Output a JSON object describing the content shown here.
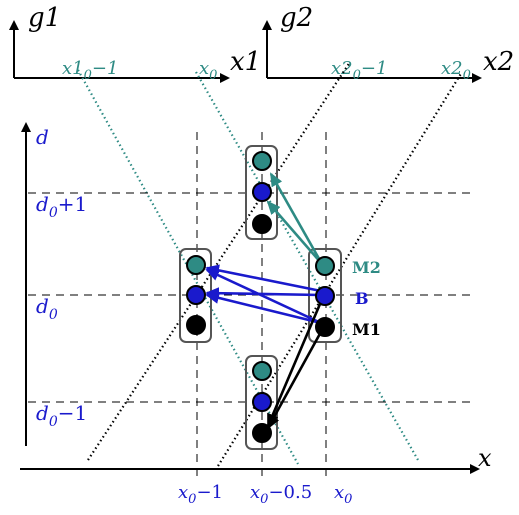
{
  "colors": {
    "black": "#000000",
    "teal": "#2e8b84",
    "blue": "#1a1acc",
    "gray": "#555555"
  },
  "panels": {
    "g1": {
      "ylabel": "g1",
      "xlabel": "x1",
      "tick_a": "x1",
      "tick_a_sub": "0",
      "tick_a_suffix": "−1",
      "tick_b": "x",
      "tick_b_sub": "0"
    },
    "g2": {
      "ylabel": "g2",
      "xlabel": "x2",
      "tick_a": "x2",
      "tick_a_sub": "0",
      "tick_a_suffix": "−1",
      "tick_b": "x2",
      "tick_b_sub": "0"
    }
  },
  "main": {
    "y_axis_label": "d",
    "x_axis_label": "x",
    "y_ticks": [
      {
        "base": "d",
        "sub": "0",
        "suffix": "+1"
      },
      {
        "base": "d",
        "sub": "0",
        "suffix": ""
      },
      {
        "base": "d",
        "sub": "0",
        "suffix": "−1"
      }
    ],
    "x_ticks": [
      {
        "base": "x",
        "sub": "0",
        "suffix": "−1"
      },
      {
        "base": "x",
        "sub": "0",
        "suffix": "−0.5"
      },
      {
        "base": "x",
        "sub": "0",
        "suffix": ""
      }
    ],
    "labels": {
      "m2": "M2",
      "b": "B",
      "m1": "M1"
    }
  }
}
